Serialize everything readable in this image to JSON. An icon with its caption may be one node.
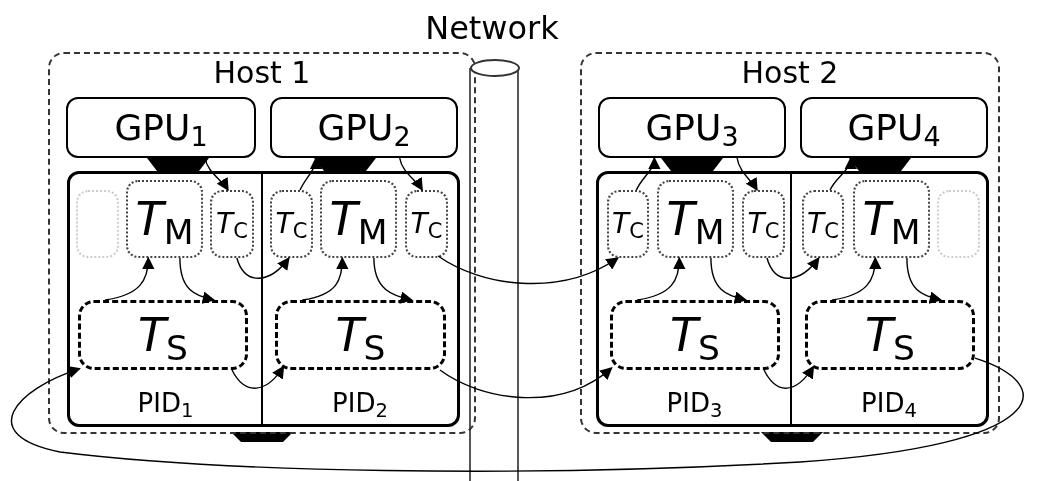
{
  "diagram": {
    "nodes": [
      {
        "text": [
          "Host 1"
        ]
      },
      {
        "text": [
          "GPU$_{1}$"
        ],
        "in": 0
      },
      {
        "text": [
          "GPU$_{2}$"
        ],
        "in": 0
      },
      {
        "text": [],
        "shape": "box",
        "in": 0
      },
      {
        "text": [
          "PID$_{1}$"
        ],
        "in": 3
      },
      {
        "text": [],
        "shape": "box",
        "in": 4
      },
      {
        "text": [
          "*T*$_{M}$"
        ],
        "in": 4
      },
      {
        "text": [
          "*T*$_{C}$"
        ],
        "in": 4
      },
      {
        "text": [
          "*T*$_{S}$"
        ],
        "in": 4
      },
      {
        "text": [
          "PID$_{2}$"
        ],
        "in": 3
      },
      {
        "text": [
          "*T*$_{C}$"
        ],
        "in": 9
      },
      {
        "text": [
          "*T*$_{M}$"
        ],
        "in": 9
      },
      {
        "text": [
          "*T*$_{C}$"
        ],
        "in": 9
      },
      {
        "text": [
          "*T*$_{S}$"
        ],
        "in": 9
      },
      {
        "text": [
          "Network"
        ]
      },
      {
        "text": [
          "Host 2"
        ]
      },
      {
        "text": [
          "GPU$_{3}$"
        ],
        "in": 15
      },
      {
        "text": [
          "GPU$_{4}$"
        ],
        "in": 15
      },
      {
        "text": [],
        "shape": "box",
        "in": 15
      },
      {
        "text": [
          "PID$_{3}$"
        ],
        "in": 18
      },
      {
        "text": [
          "*T*$_{C}$"
        ],
        "in": 19
      },
      {
        "text": [
          "*T*$_{M}$"
        ],
        "in": 19
      },
      {
        "text": [
          "*T*$_{C}$"
        ],
        "in": 19
      },
      {
        "text": [
          "*T*$_{S}$"
        ],
        "in": 19
      },
      {
        "text": [
          "PID$_{4}$"
        ],
        "in": 18
      },
      {
        "text": [
          "*T*$_{C}$"
        ],
        "in": 24
      },
      {
        "text": [
          "*T*$_{M}$"
        ],
        "in": 24
      },
      {
        "text": [],
        "shape": "box",
        "in": 24
      },
      {
        "text": [
          "*T*$_{S}$"
        ],
        "in": 24
      }
    ],
    "edges": [
      {
        "from": 8,
        "to": 6,
        "arrow": "to"
      },
      {
        "from": 6,
        "to": 8,
        "arrow": "to"
      },
      {
        "from": 1,
        "to": 7,
        "arrow": "to"
      },
      {
        "from": 7,
        "to": 10,
        "arrow": "to"
      },
      {
        "from": 8,
        "to": 13,
        "arrow": "to"
      },
      {
        "from": 10,
        "to": 2,
        "arrow": "to"
      },
      {
        "from": 2,
        "to": 12,
        "arrow": "to"
      },
      {
        "from": 13,
        "to": 11,
        "arrow": "to"
      },
      {
        "from": 11,
        "to": 13,
        "arrow": "to"
      },
      {
        "from": 12,
        "to": 20,
        "arrow": "to"
      },
      {
        "from": 13,
        "to": 23,
        "arrow": "to"
      },
      {
        "from": 20,
        "to": 16,
        "arrow": "to"
      },
      {
        "from": 16,
        "to": 22,
        "arrow": "to"
      },
      {
        "from": 23,
        "to": 21,
        "arrow": "to"
      },
      {
        "from": 21,
        "to": 23,
        "arrow": "to"
      },
      {
        "from": 22,
        "to": 25,
        "arrow": "to"
      },
      {
        "from": 23,
        "to": 28,
        "arrow": "to"
      },
      {
        "from": 25,
        "to": 17,
        "arrow": "to"
      },
      {
        "from": 28,
        "to": 26,
        "arrow": "to"
      },
      {
        "from": 26,
        "to": 28,
        "arrow": "to"
      },
      {
        "from": 28,
        "to": 8,
        "arrow": "to"
      }
    ]
  }
}
